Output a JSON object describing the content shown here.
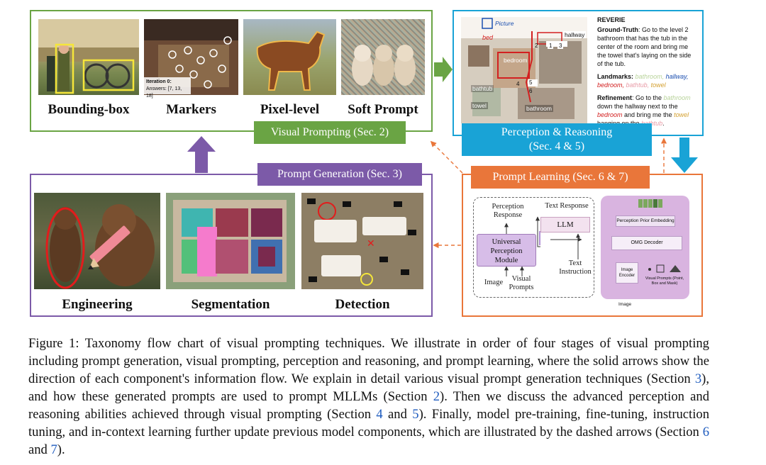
{
  "visual_prompting": {
    "title": "Visual Prompting (Sec. 2)",
    "items": [
      {
        "label": "Bounding-box"
      },
      {
        "label": "Markers",
        "overlay_line1": "Iteration 0:",
        "overlay_line2": "Answers: [7, 13, 18]"
      },
      {
        "label": "Pixel-level"
      },
      {
        "label": "Soft Prompt"
      }
    ]
  },
  "reverie": {
    "heading": "REVERIE",
    "gt_label": "Ground-Truth",
    "gt_text": ": Go to the level 2 bathroom that has the tub in the center of the room and bring me the towel that's laying on the side of the tub.",
    "lm_label": "Landmarks:",
    "lm_words": [
      "bathroom,",
      "hallway,",
      "bedroom,",
      "bathtub,",
      "towel"
    ],
    "rf_label": "Refinement",
    "rf_parts": [
      ": Go to the ",
      "bathroom",
      " down the hallway next to the ",
      "bedroom",
      " and bring me the ",
      "towel",
      " hanging on the ",
      "bathtub",
      "."
    ],
    "map_labels": [
      "Picture",
      "bed",
      "hallway",
      "bedroom",
      "bathtub",
      "towel",
      "bathroom"
    ],
    "map_numbers": [
      "2",
      "1",
      "3",
      "4",
      "5",
      "6"
    ]
  },
  "perception": {
    "line1": "Perception & Reasoning",
    "line2": "(Sec. 4 & 5)"
  },
  "prompt_generation": {
    "title": "Prompt Generation (Sec. 3)",
    "items": [
      {
        "label": "Engineering"
      },
      {
        "label": "Segmentation"
      },
      {
        "label": "Detection"
      }
    ]
  },
  "prompt_learning": {
    "title": "Prompt Learning (Sec. 6 & 7)",
    "diagram": {
      "perception_response": "Perception Response",
      "text_response": "Text Response",
      "llm": "LLM",
      "upm": "Universal Perception Module",
      "text_instruction": "Text Instruction",
      "image": "Image",
      "visual_prompts": "Visual Prompts",
      "pfe": "Perception Prior Embedding",
      "omg": "OMG Decoder",
      "img_encoder": "Image Encoder",
      "vp_label": "Visual Prompts (Point, Box and Mask)",
      "image_small": "Image"
    }
  },
  "caption": {
    "figure_label": "Figure 1:",
    "parts": [
      " Taxonomy flow chart of visual prompting techniques. We illustrate in order of four stages of visual prompting including prompt generation, visual prompting, perception and reasoning, and prompt learning, where the solid arrows show the direction of each component's information flow. We explain in detail various visual prompt generation techniques (Section ",
      "3",
      "), and how these generated prompts are used to prompt MLLMs (Section ",
      "2",
      "). Then we discuss the advanced perception and reasoning abilities achieved through visual prompting (Section ",
      "4",
      " and ",
      "5",
      "). Finally, model pre-training, fine-tuning, instruction tuning, and in-context learning further update previous model components, which are illustrated by the dashed arrows (Section ",
      "6",
      " and ",
      "7",
      ")."
    ]
  },
  "colors": {
    "green": "#6aa444",
    "blue": "#19a3d6",
    "purple": "#7c5aa8",
    "orange": "#e9763a",
    "link": "#1f5cbf"
  }
}
